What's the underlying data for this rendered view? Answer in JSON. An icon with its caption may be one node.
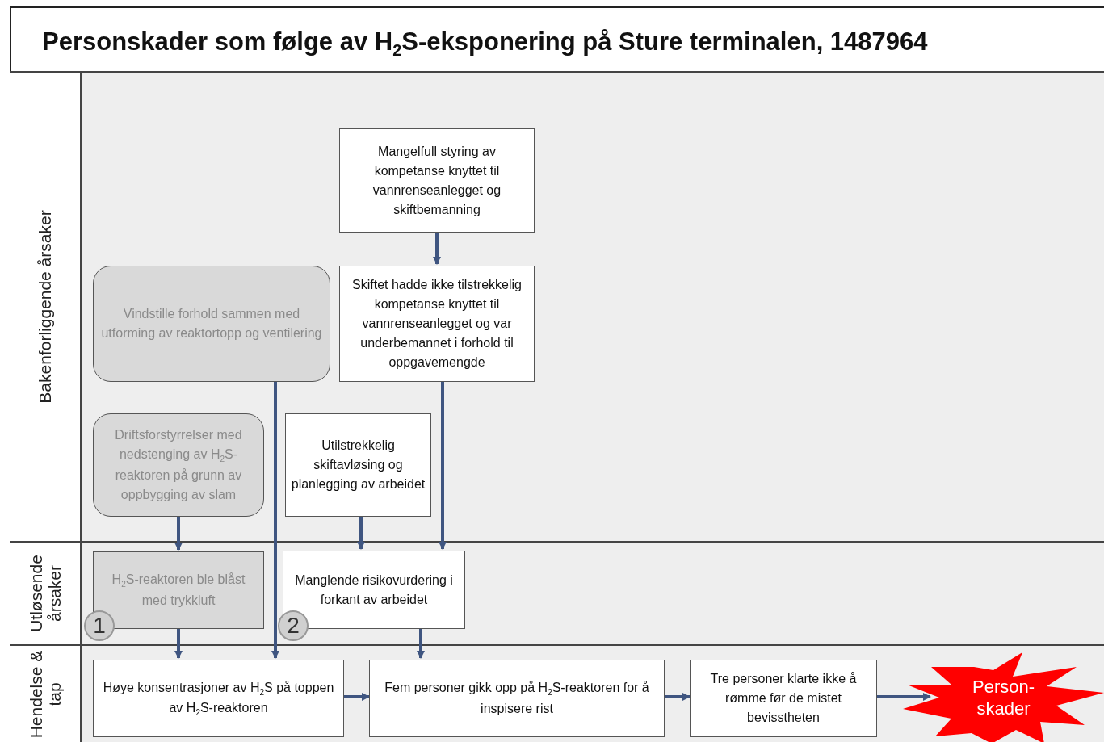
{
  "diagram": {
    "title": "Personskader som følge av H$_{2}$S-eksponering på Sture terminalen, 1487964",
    "nodes": [
      {
        "text": [
          "Bakenforliggende årsaker"
        ]
      },
      {
        "text": [
          "Utløsende årsaker"
        ]
      },
      {
        "text": [
          "Hendelse & tap"
        ]
      },
      {
        "text": [
          "Mangelfull styring av kompetanse knyttet til vannrenseanlegget og skiftbemanning"
        ],
        "in": 0
      },
      {
        "text": [
          "Vindstille forhold sammen med utforming av reaktortopp og ventilering"
        ],
        "in": 0
      },
      {
        "text": [
          "Skiftet hadde ikke tilstrekkelig kompetanse knyttet til vannrenseanlegget og var underbemannet i forhold til oppgavemengde"
        ],
        "in": 0
      },
      {
        "text": [
          "Driftsforstyrrelser med nedstenging av H$_{2}$S-reaktoren på grunn av oppbygging av slam"
        ],
        "in": 0
      },
      {
        "text": [
          "Utilstrekkelig skiftavløsing og planlegging av arbeidet"
        ],
        "in": 0
      },
      {
        "text": [
          "H$_{2}$S-reaktoren ble blåst med trykkluft"
        ],
        "in": 1
      },
      {
        "text": [
          "Manglende risikovurdering i forkant av arbeidet"
        ],
        "in": 1
      },
      {
        "text": [
          "Høye konsentrasjoner av H$_{2}$S på toppen av H$_{2}$S-reaktoren"
        ],
        "in": 2
      },
      {
        "text": [
          "Fem personer gikk opp på H$_{2}$S-reaktoren for å inspisere rist"
        ],
        "in": 2
      },
      {
        "text": [
          "Tre personer klarte ikke å rømme før de mistet bevisstheten"
        ],
        "in": 2
      },
      {
        "text": [
          "Person- skader"
        ],
        "in": 2
      }
    ],
    "edges": [
      {
        "from": 3,
        "to": 5,
        "arrow": "to"
      },
      {
        "from": 6,
        "to": 8,
        "arrow": "to"
      },
      {
        "from": 4,
        "to": 10,
        "arrow": "to"
      },
      {
        "from": 5,
        "to": 9,
        "arrow": "to"
      },
      {
        "from": 7,
        "to": 9,
        "arrow": "to"
      },
      {
        "from": 8,
        "to": 10,
        "arrow": "to"
      },
      {
        "from": 9,
        "to": 11,
        "arrow": "to"
      },
      {
        "from": 10,
        "to": 11,
        "arrow": "to"
      },
      {
        "from": 11,
        "to": 12,
        "arrow": "to"
      },
      {
        "from": 12,
        "to": 13,
        "arrow": "to"
      }
    ],
    "labels": [
      "1",
      "2"
    ]
  }
}
